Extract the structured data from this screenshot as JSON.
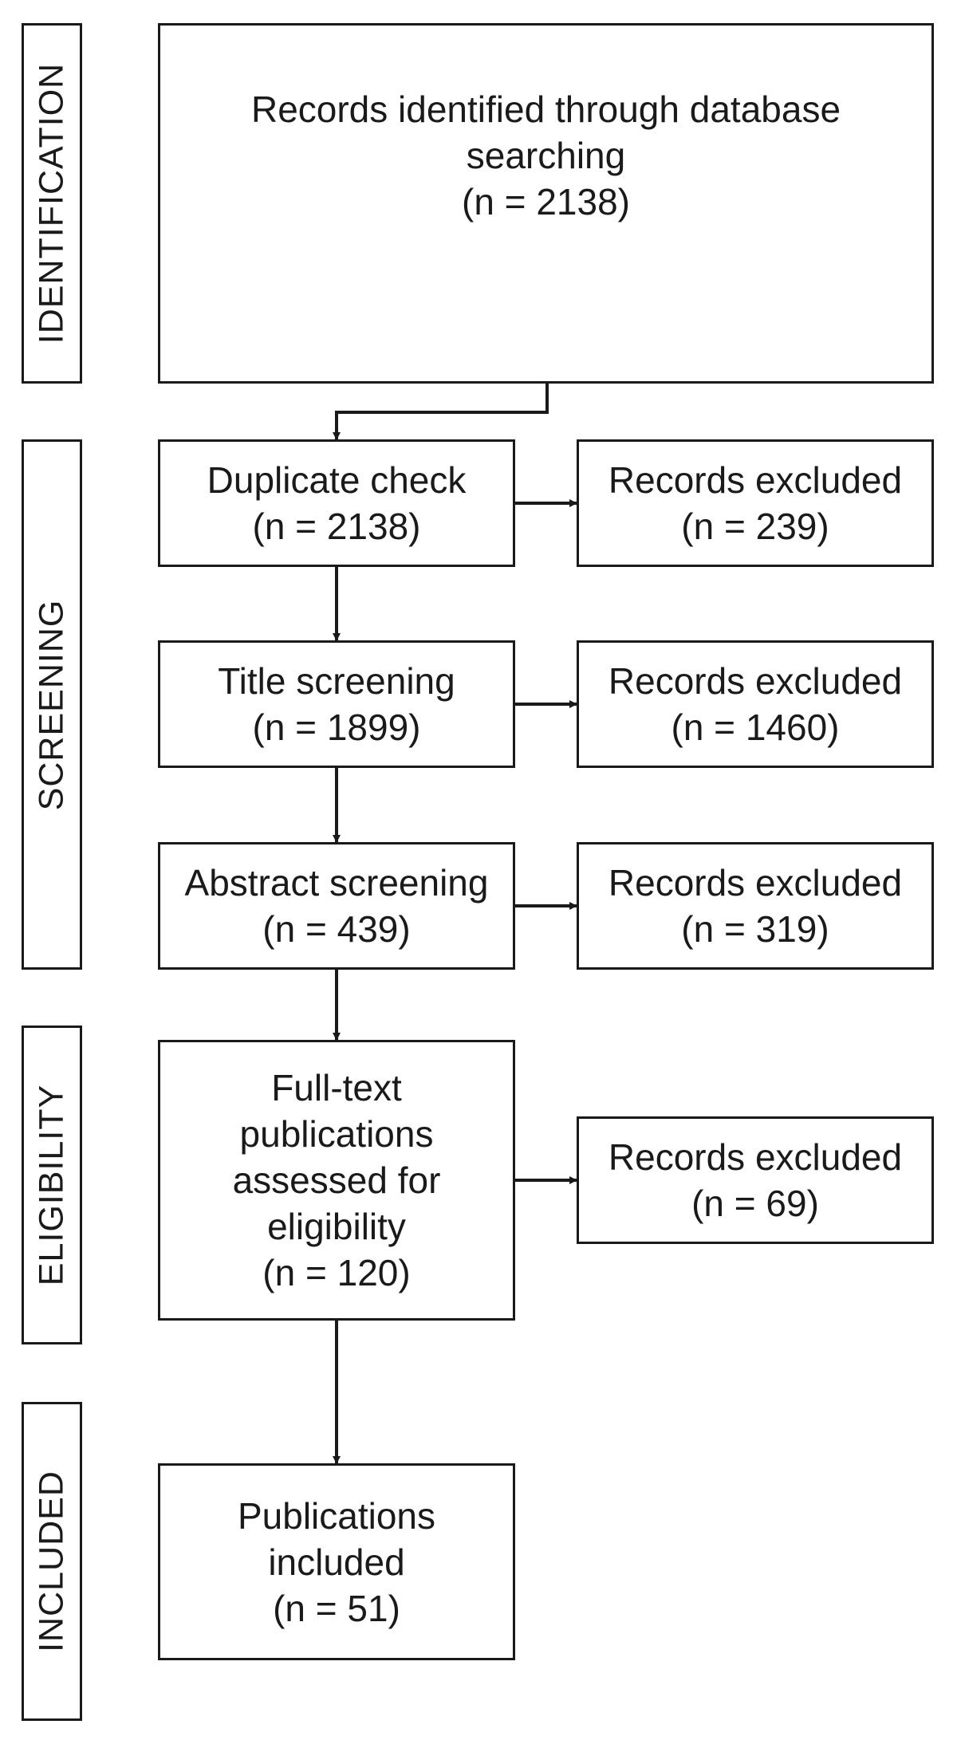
{
  "phases": {
    "identification": "IDENTIFICATION",
    "screening": "SCREENING",
    "eligibility": "ELIGIBILITY",
    "included": "INCLUDED"
  },
  "boxes": {
    "records_identified": {
      "lines": [
        "Records identified through database",
        "searching",
        "(n = 2138)"
      ]
    },
    "duplicate_check": {
      "lines": [
        "Duplicate check",
        "(n = 2138)"
      ]
    },
    "excluded_duplicates": {
      "lines": [
        "Records excluded",
        "(n = 239)"
      ]
    },
    "title_screening": {
      "lines": [
        "Title screening",
        "(n = 1899)"
      ]
    },
    "excluded_title": {
      "lines": [
        "Records excluded",
        "(n = 1460)"
      ]
    },
    "abstract_screening": {
      "lines": [
        "Abstract screening",
        "(n = 439)"
      ]
    },
    "excluded_abstract": {
      "lines": [
        "Records excluded",
        "(n = 319)"
      ]
    },
    "fulltext": {
      "lines": [
        "Full-text",
        "publications",
        "assessed for",
        "eligibility",
        "(n = 120)"
      ]
    },
    "excluded_fulltext": {
      "lines": [
        "Records excluded",
        "(n = 69)"
      ]
    },
    "included": {
      "lines": [
        "Publications",
        "included",
        "(n = 51)"
      ]
    }
  }
}
